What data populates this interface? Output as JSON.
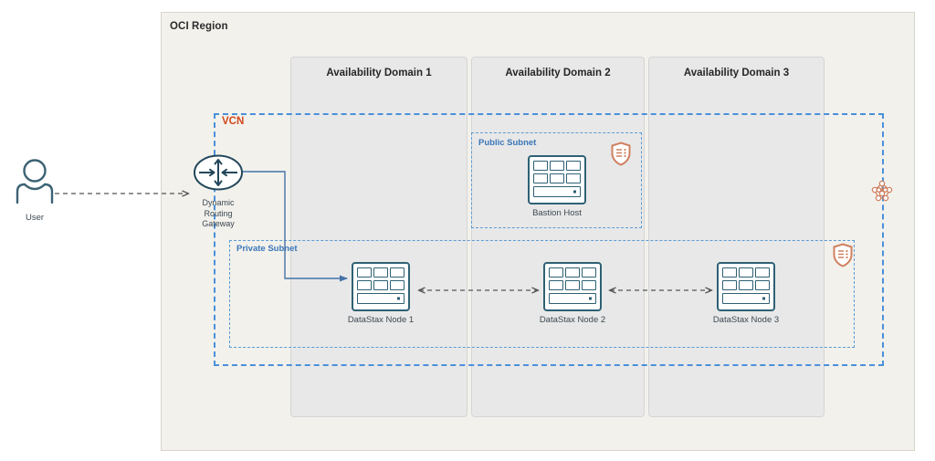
{
  "region": {
    "label": "OCI Region"
  },
  "availability_domains": [
    {
      "label": "Availability Domain 1"
    },
    {
      "label": "Availability Domain 2"
    },
    {
      "label": "Availability Domain 3"
    }
  ],
  "vcn": {
    "label": "VCN",
    "color": "#d2471c",
    "border_color": "#4a90d9"
  },
  "subnets": [
    {
      "name": "public",
      "label": "Public Subnet",
      "color": "#3a76b8"
    },
    {
      "name": "private",
      "label": "Private Subnet",
      "color": "#3a76b8"
    }
  ],
  "actors": {
    "user": {
      "label": "User",
      "icon": "user-icon"
    }
  },
  "gateway": {
    "label": "Dynamic Routing Gateway",
    "label_line_1": "Dynamic",
    "label_line_2": "Routing",
    "label_line_3": "Gateway",
    "icon": "dynamic-routing-gateway-icon"
  },
  "compute_nodes": [
    {
      "id": "bastion-host",
      "label": "Bastion Host",
      "subnet": "public",
      "ad": 2,
      "icon": "compute-instance-icon"
    },
    {
      "id": "ds-node-1",
      "label": "DataStax Node 1",
      "subnet": "private",
      "ad": 1,
      "icon": "compute-instance-icon"
    },
    {
      "id": "ds-node-2",
      "label": "DataStax Node 2",
      "subnet": "private",
      "ad": 2,
      "icon": "compute-instance-icon"
    },
    {
      "id": "ds-node-3",
      "label": "DataStax Node 3",
      "subnet": "private",
      "ad": 3,
      "icon": "compute-instance-icon"
    }
  ],
  "security_icons": [
    {
      "id": "shield-public",
      "icon": "security-list-shield-icon",
      "color": "#d08060"
    },
    {
      "id": "shield-private",
      "icon": "security-list-shield-icon",
      "color": "#d08060"
    },
    {
      "id": "mesh-icon",
      "icon": "network-mesh-icon",
      "color": "#d08060"
    }
  ],
  "connections": [
    {
      "from": "user",
      "to": "gateway",
      "style": "dashed",
      "arrow": "single"
    },
    {
      "from": "gateway",
      "to": "ds-node-1",
      "style": "solid",
      "arrow": "single"
    },
    {
      "from": "ds-node-1",
      "to": "ds-node-2",
      "style": "dashed",
      "arrow": "double"
    },
    {
      "from": "ds-node-2",
      "to": "ds-node-3",
      "style": "dashed",
      "arrow": "double"
    }
  ],
  "colors": {
    "region_bg": "#f2f1ec",
    "ad_bg": "#e8e8e8",
    "node_stroke": "#2e6174",
    "wire_blue": "#4472a8",
    "wire_gray": "#555555",
    "accent_orange": "#d2471c"
  }
}
